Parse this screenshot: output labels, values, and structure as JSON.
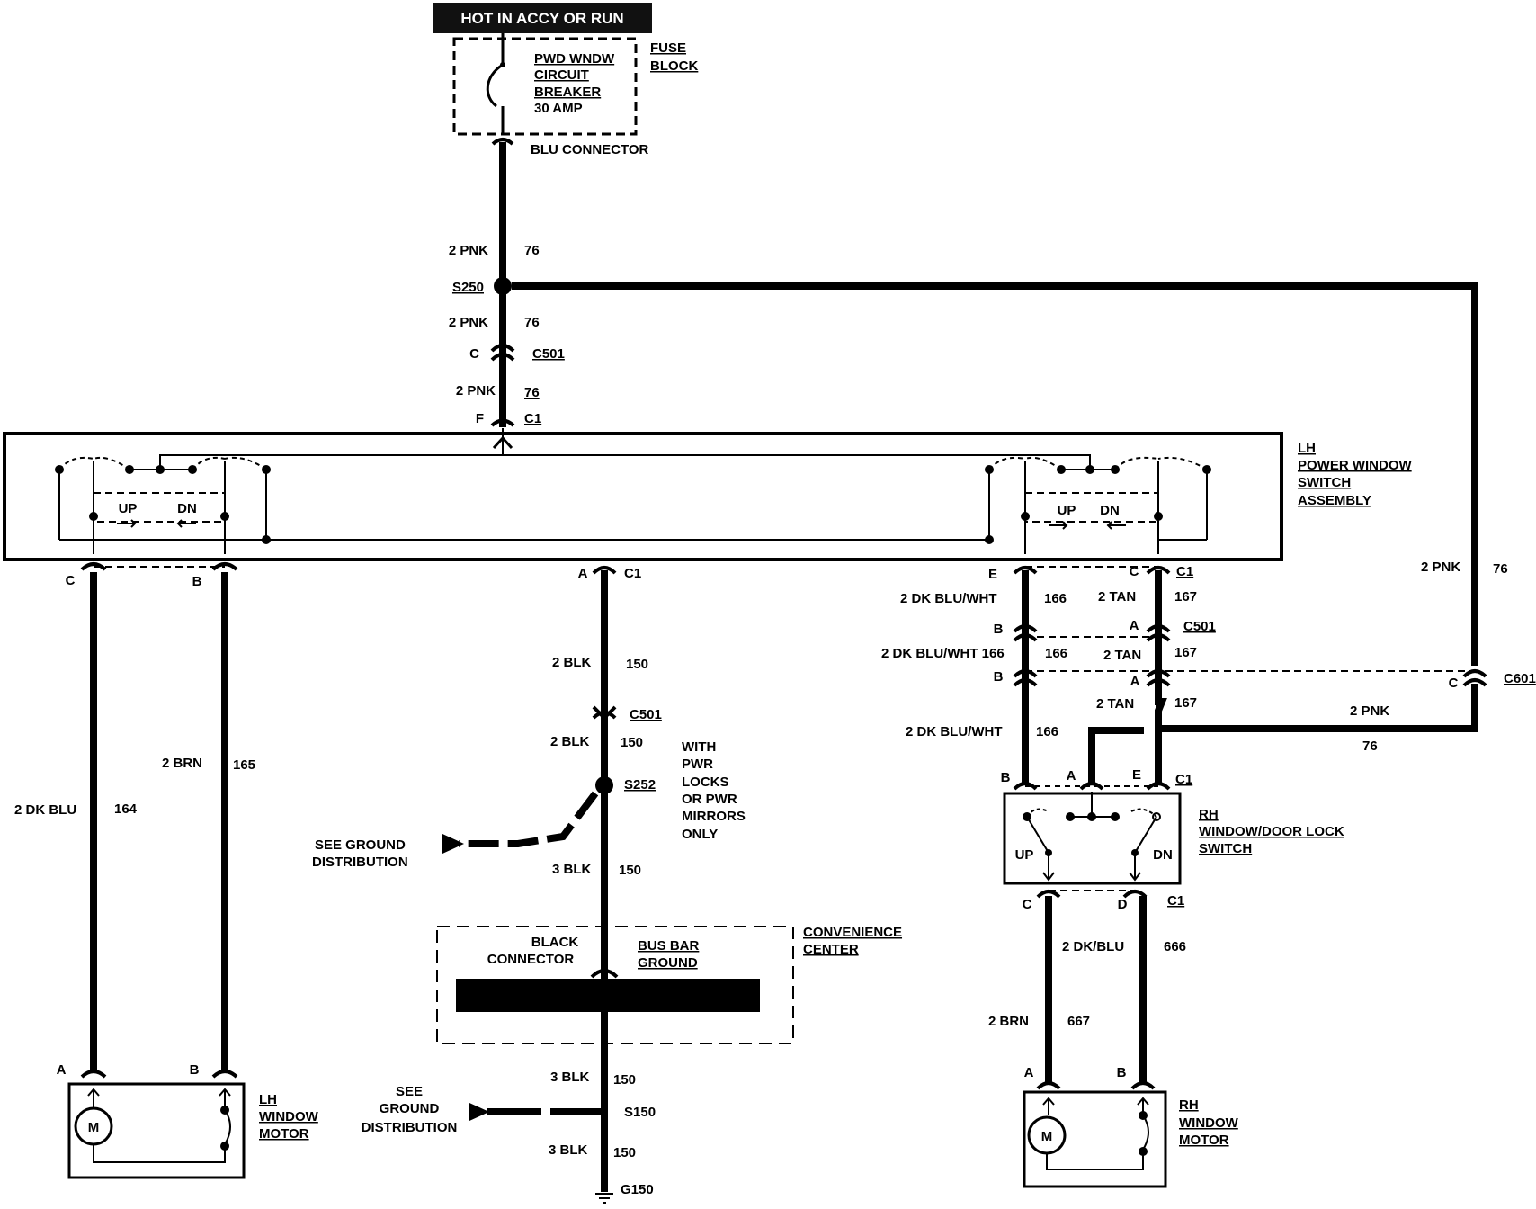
{
  "header": {
    "power_source": "HOT IN ACCY OR RUN"
  },
  "fuse_block": {
    "breaker_line1": "PWD WNDW",
    "breaker_line2": "CIRCUIT",
    "breaker_line3": "BREAKER",
    "breaker_rating": "30 AMP",
    "title_line1": "FUSE",
    "title_line2": "BLOCK",
    "connector": "BLU CONNECTOR"
  },
  "feed": {
    "wire1_size": "2 PNK",
    "wire1_circuit": "76",
    "splice": "S250",
    "wire2_size": "2 PNK",
    "wire2_circuit": "76",
    "c501_pin": "C",
    "c501": "C501",
    "wire3_size": "2 PNK",
    "wire3_circuit": "76",
    "c1_pin": "F",
    "c1": "C1"
  },
  "lh_switch": {
    "title_line1": "LH",
    "title_line2": "POWER WINDOW",
    "title_line3": "SWITCH",
    "title_line4": "ASSEMBLY",
    "up_left": "UP",
    "dn_left": "DN",
    "up_right": "UP",
    "dn_right": "DN",
    "pin_c": "C",
    "pin_b": "B"
  },
  "lh_circuit": {
    "wire_left_size": "2 DK BLU",
    "wire_left_circuit": "164",
    "wire_right_size": "2 BRN",
    "wire_right_circuit": "165",
    "motor_pin_a": "A",
    "motor_pin_b": "B",
    "motor_symbol": "M",
    "motor_line1": "LH",
    "motor_line2": "WINDOW",
    "motor_line3": "MOTOR"
  },
  "ground_circuit": {
    "c1_pin": "A",
    "c1": "C1",
    "wire1_size": "2 BLK",
    "wire1_circuit": "150",
    "c501": "C501",
    "wire2_size": "2 BLK",
    "wire2_circuit": "150",
    "splice": "S252",
    "note_line1": "WITH",
    "note_line2": "PWR",
    "note_line3": "LOCKS",
    "note_line4": "OR PWR",
    "note_line5": "MIRRORS",
    "note_line6": "ONLY",
    "see_ground1_line1": "SEE GROUND",
    "see_ground1_line2": "DISTRIBUTION",
    "wire3_size": "3 BLK",
    "wire3_circuit": "150",
    "conv_line1": "CONVENIENCE",
    "conv_line2": "CENTER",
    "black_conn_line1": "BLACK",
    "black_conn_line2": "CONNECTOR",
    "busbar_line1": "BUS BAR",
    "busbar_line2": "GROUND",
    "wire4_size": "3 BLK",
    "wire4_circuit": "150",
    "see_ground2_line1": "SEE",
    "see_ground2_line2": "GROUND",
    "see_ground2_line3": "DISTRIBUTION",
    "splice2": "S150",
    "wire5_size": "3 BLK",
    "wire5_circuit": "150",
    "ground": "G150"
  },
  "rh_circuit": {
    "pin_e": "E",
    "pin_c": "C",
    "c1": "C1",
    "wire_blu_size": "2 DK BLU/WHT",
    "wire_blu_circuit": "166",
    "wire_tan_size": "2 TAN",
    "wire_tan_circuit": "167",
    "c501_pin_b": "B",
    "c501_pin_a": "A",
    "c501": "C501",
    "wire_blu2_size": "2 DK BLU/WHT 166",
    "wire_blu2_circuit": "166",
    "wire_tan2_size": "2 TAN",
    "wire_tan2_circuit": "167",
    "c601_pin_b": "B",
    "c601_pin_a": "A",
    "wire_tan3_size": "2 TAN",
    "wire_tan3_circuit": "167",
    "wire_blu3_size": "2 DK BLU/WHT",
    "wire_blu3_circuit": "166",
    "pnk_size": "2 PNK",
    "pnk_circuit": "76",
    "c601_pin_c": "C",
    "c601": "C601",
    "pnk2_size": "2 PNK",
    "pnk2_circuit": "76",
    "sw_pin_b": "B",
    "sw_pin_a": "A",
    "sw_pin_e": "E",
    "sw_c1": "C1",
    "sw_up": "UP",
    "sw_dn": "DN",
    "sw_line1": "RH",
    "sw_line2": "WINDOW/DOOR LOCK",
    "sw_line3": "SWITCH",
    "out_pin_c": "C",
    "out_pin_d": "D",
    "out_c1": "C1",
    "wire_out1_size": "2 DK/BLU",
    "wire_out1_circuit": "666",
    "wire_out2_size": "2 BRN",
    "wire_out2_circuit": "667",
    "motor_pin_a": "A",
    "motor_pin_b": "B",
    "motor_symbol": "M",
    "motor_line1": "RH",
    "motor_line2": "WINDOW",
    "motor_line3": "MOTOR"
  }
}
